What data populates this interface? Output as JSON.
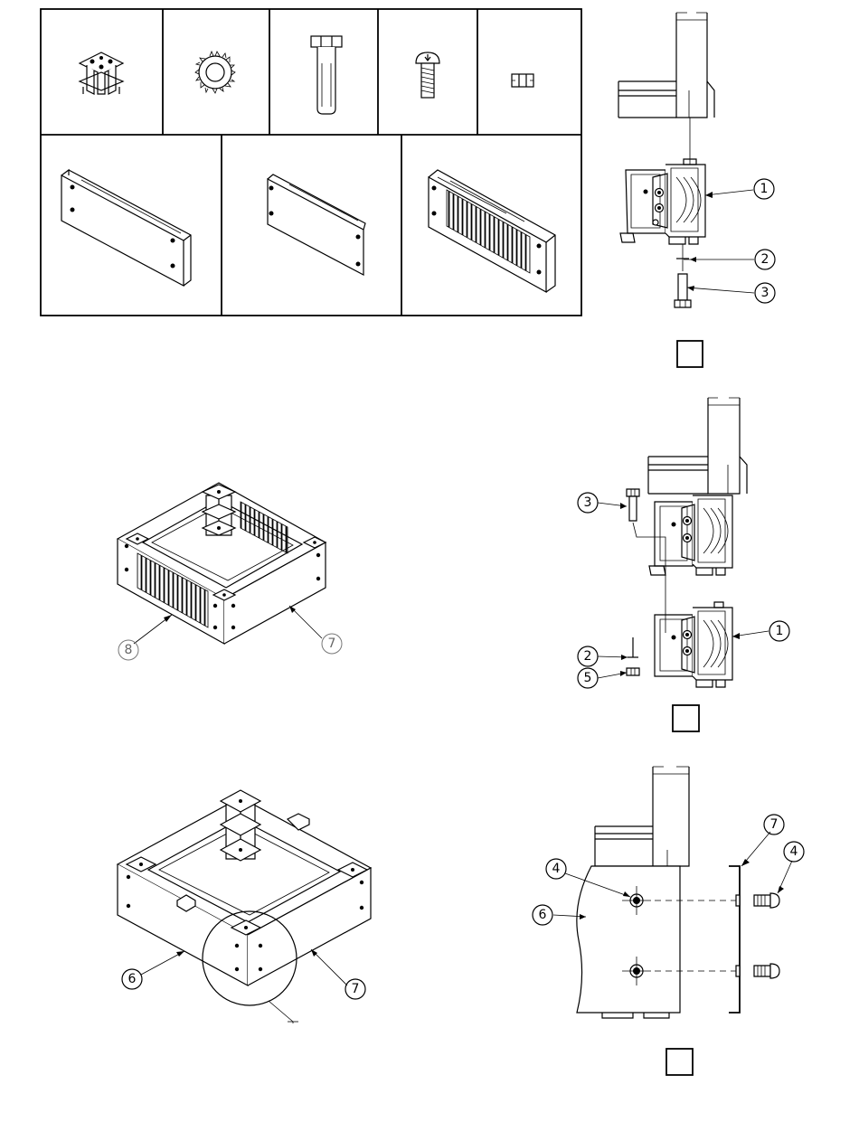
{
  "callouts": {
    "step1": {
      "c1": "1",
      "c2": "2",
      "c3": "3"
    },
    "step2": {
      "c3": "3",
      "c1": "1",
      "c2": "2",
      "c5": "5"
    },
    "plinth_top": {
      "c8": "8",
      "c7": "7"
    },
    "plinth_bottom": {
      "c6": "6",
      "c7": "7"
    },
    "step3": {
      "c7": "7",
      "c4a": "4",
      "c4b": "4",
      "c6": "6"
    }
  },
  "icons": [
    "corner-bracket",
    "lock-washer",
    "hex-bolt",
    "pan-head-screw",
    "hex-nut",
    "side-panel-long",
    "side-panel-short",
    "vented-panel"
  ]
}
